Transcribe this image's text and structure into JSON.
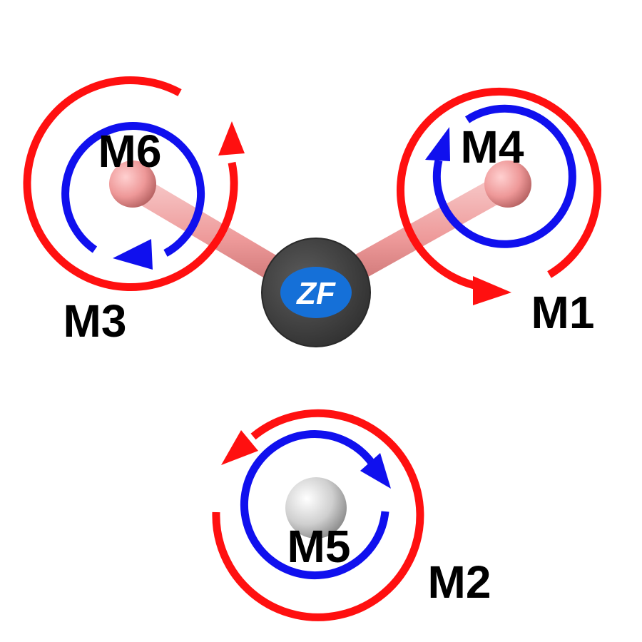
{
  "colors": {
    "background": "#ffffff",
    "outer_rotation_arrow": "#ff1010",
    "inner_rotation_arrow": "#1010ee",
    "front_arm": "#f0a0a0",
    "rear_arm": "#c8c8c8",
    "center_hub": "#454545",
    "logo_badge": "#1570d8"
  },
  "logo": {
    "text": "ZF"
  },
  "motors": {
    "m1": {
      "label": "M1"
    },
    "m2": {
      "label": "M2"
    },
    "m3": {
      "label": "M3"
    },
    "m4": {
      "label": "M4"
    },
    "m5": {
      "label": "M5"
    },
    "m6": {
      "label": "M6"
    }
  }
}
